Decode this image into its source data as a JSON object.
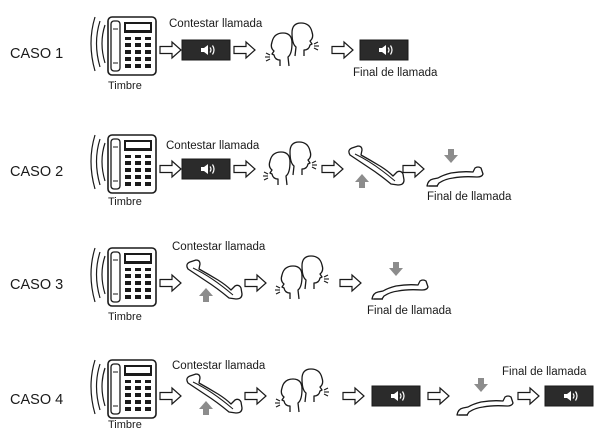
{
  "diagram": {
    "ring_label": "Timbre",
    "answer_label": "Contestar llamada",
    "end_label": "Final de llamada",
    "cases": [
      {
        "id": "caso-1",
        "label": "CASO 1",
        "steps": [
          "speaker-button",
          "conversation",
          "speaker-button"
        ]
      },
      {
        "id": "caso-2",
        "label": "CASO 2",
        "steps": [
          "speaker-button",
          "conversation",
          "handset-lift",
          "handset-hangup"
        ]
      },
      {
        "id": "caso-3",
        "label": "CASO 3",
        "steps": [
          "handset-lift",
          "conversation",
          "handset-hangup"
        ]
      },
      {
        "id": "caso-4",
        "label": "CASO 4",
        "steps": [
          "handset-lift",
          "conversation",
          "speaker-button",
          "handset-hangup",
          "speaker-button"
        ]
      }
    ]
  },
  "colors": {
    "ink": "#1a1a1a",
    "button_fill": "#2b2b2b",
    "button_symbol": "#ffffff",
    "arrow_fill": "#8c8c8c"
  },
  "icons": [
    "phone-icon",
    "ring-waves-icon",
    "arrow-icon",
    "speaker-button-icon",
    "handset-icon",
    "up-arrow-icon",
    "down-arrow-icon",
    "talking-heads-icon"
  ]
}
